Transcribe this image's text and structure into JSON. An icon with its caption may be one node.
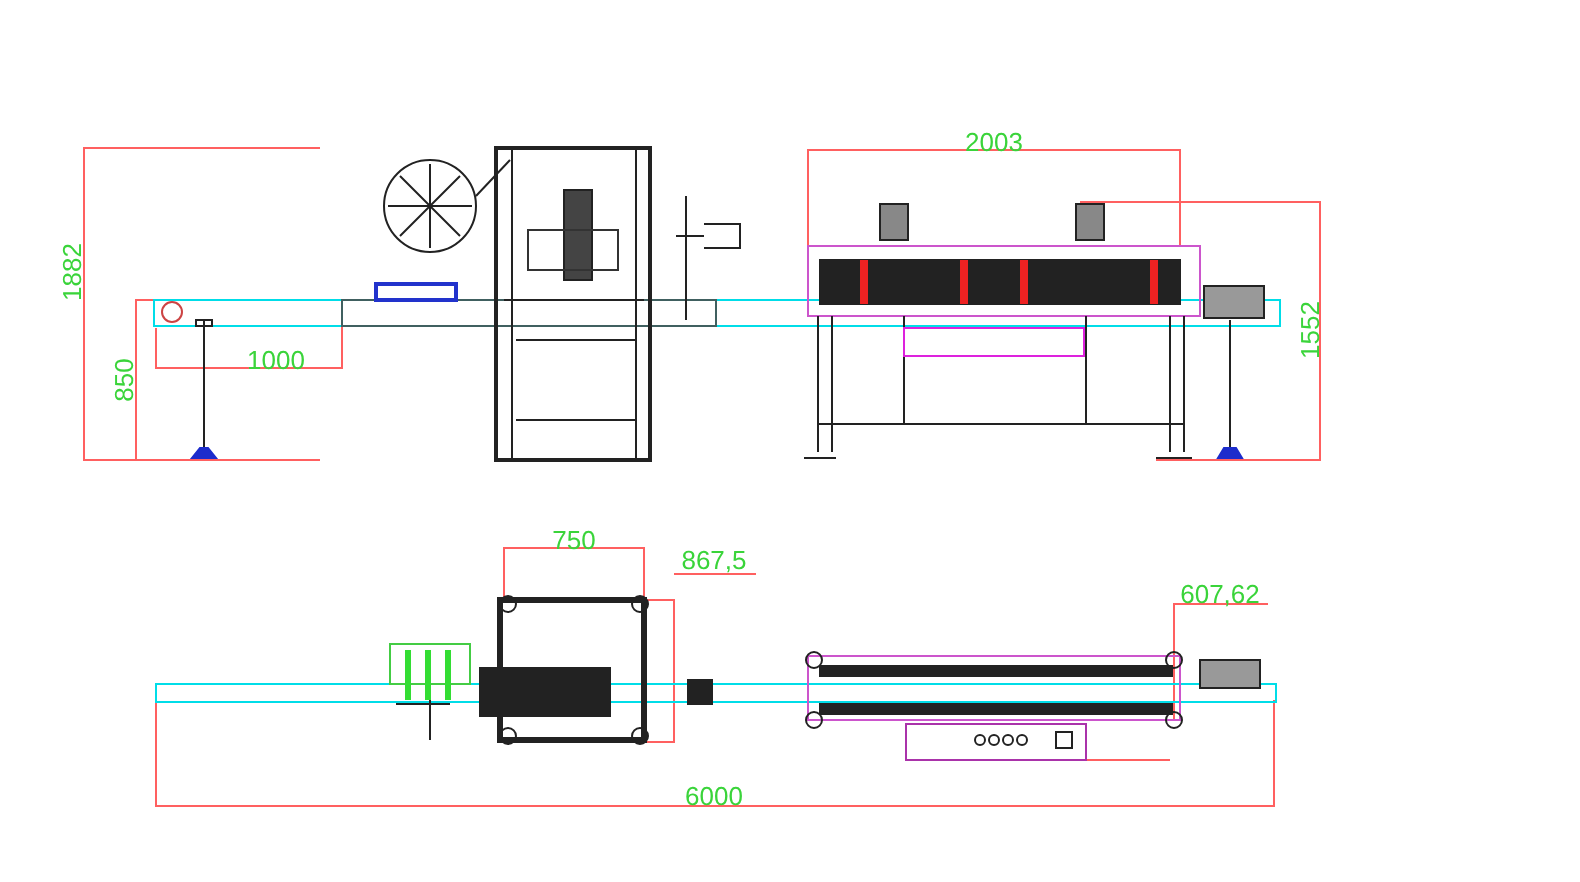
{
  "diagram": {
    "labels": [
      "2003",
      "1882",
      "850",
      "1000",
      "1552",
      "750",
      "867,5",
      "607,62",
      "6000"
    ]
  }
}
